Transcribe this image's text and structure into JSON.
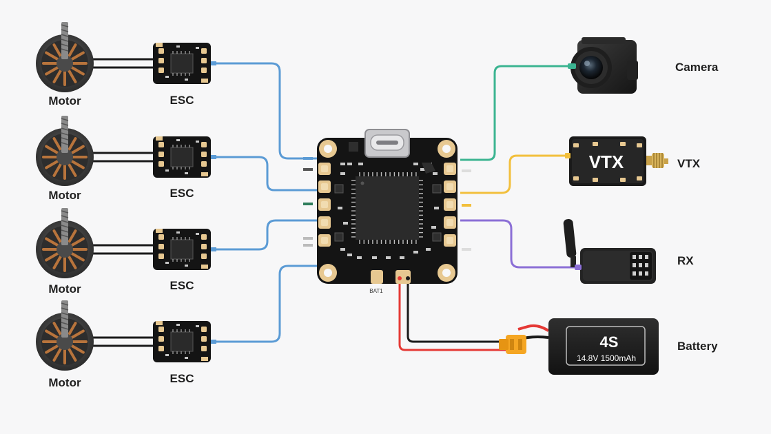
{
  "colors": {
    "background": "#f7f7f8",
    "signal_wire": "#5b9bd5",
    "camera_wire": "#3bb491",
    "vtx_wire": "#f2bf3c",
    "rx_wire": "#8b6fd6",
    "power_red": "#e53935",
    "power_black": "#1a1a1a",
    "board": "#141414",
    "pad_gold": "#e7c891"
  },
  "motors": [
    {
      "label": "Motor"
    },
    {
      "label": "Motor"
    },
    {
      "label": "Motor"
    },
    {
      "label": "Motor"
    }
  ],
  "escs": [
    {
      "label": "ESC"
    },
    {
      "label": "ESC"
    },
    {
      "label": "ESC"
    },
    {
      "label": "ESC"
    }
  ],
  "peripherals": {
    "camera": {
      "label": "Camera"
    },
    "vtx": {
      "label": "VTX",
      "module_text": "VTX"
    },
    "rx": {
      "label": "RX"
    },
    "battery": {
      "label": "Battery",
      "cell_text": "4S",
      "spec_text": "14.8V 1500mAh"
    }
  },
  "flight_controller": {
    "battery_pad_label": "BAT1"
  }
}
